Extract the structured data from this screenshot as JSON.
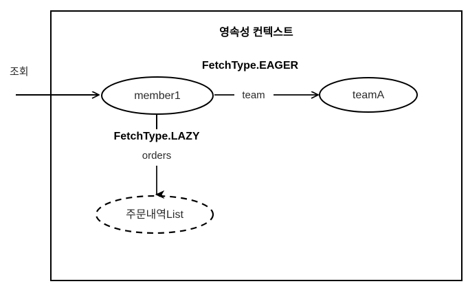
{
  "diagram": {
    "type": "jpa-fetch-type-diagram",
    "container": {
      "title": "영속성 컨텍스트",
      "border_color": "#000000",
      "background": "#ffffff"
    },
    "external": {
      "input_label": "조회",
      "input_arrow_name": "query-arrow"
    },
    "nodes": [
      {
        "id": "member1",
        "label": "member1",
        "shape": "ellipse",
        "style": "solid",
        "loaded": true
      },
      {
        "id": "teamA",
        "label": "teamA",
        "shape": "ellipse",
        "style": "solid",
        "loaded": true
      },
      {
        "id": "ordersList",
        "label": "주문내역List",
        "shape": "ellipse",
        "style": "dashed",
        "loaded": false
      }
    ],
    "edges": [
      {
        "id": "member-to-team",
        "from": "member1",
        "to": "teamA",
        "field_label": "team",
        "fetch_label": "FetchType.EAGER",
        "direction": "horizontal"
      },
      {
        "id": "member-to-orders",
        "from": "member1",
        "to": "ordersList",
        "field_label": "orders",
        "fetch_label": "FetchType.LAZY",
        "direction": "vertical"
      }
    ],
    "colors": {
      "stroke": "#000000",
      "node_text": "#2b2b2b",
      "label_text": "#000000"
    }
  }
}
